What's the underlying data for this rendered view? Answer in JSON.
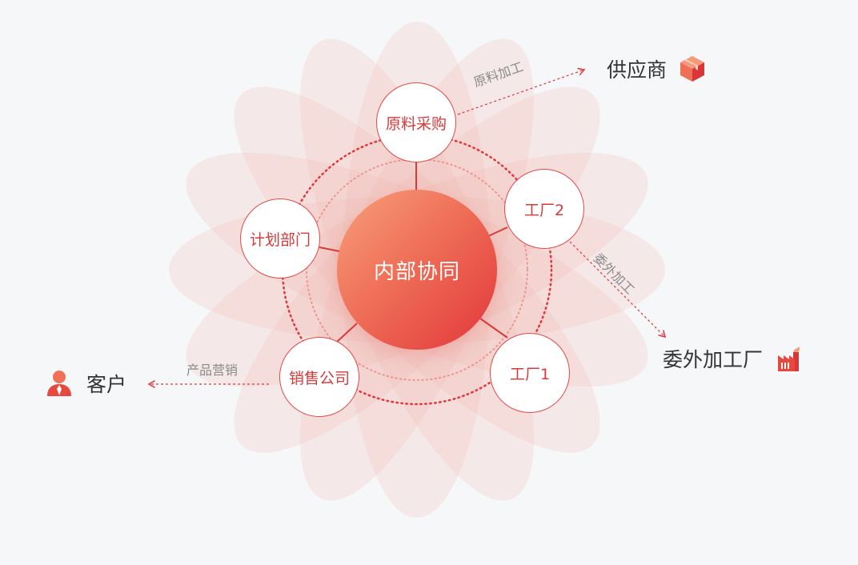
{
  "center": {
    "label": "内部协同"
  },
  "nodes": {
    "procurement": "原料采购",
    "factory2": "工厂2",
    "factory1": "工厂1",
    "sales": "销售公司",
    "planning": "计划部门"
  },
  "edges": {
    "to_supplier": "原料加工",
    "to_outsource": "委外加工",
    "to_customer": "产品营销"
  },
  "external": {
    "supplier": "供应商",
    "outsource": "委外加工厂",
    "customer": "客户"
  },
  "icons": {
    "supplier": "box-icon",
    "outsource": "factory-icon",
    "customer": "person-icon"
  },
  "colors": {
    "accent": "#e2363b",
    "accent_light": "#f7a07b",
    "petal": "#f3b6ae",
    "background": "#f6f7f9"
  }
}
